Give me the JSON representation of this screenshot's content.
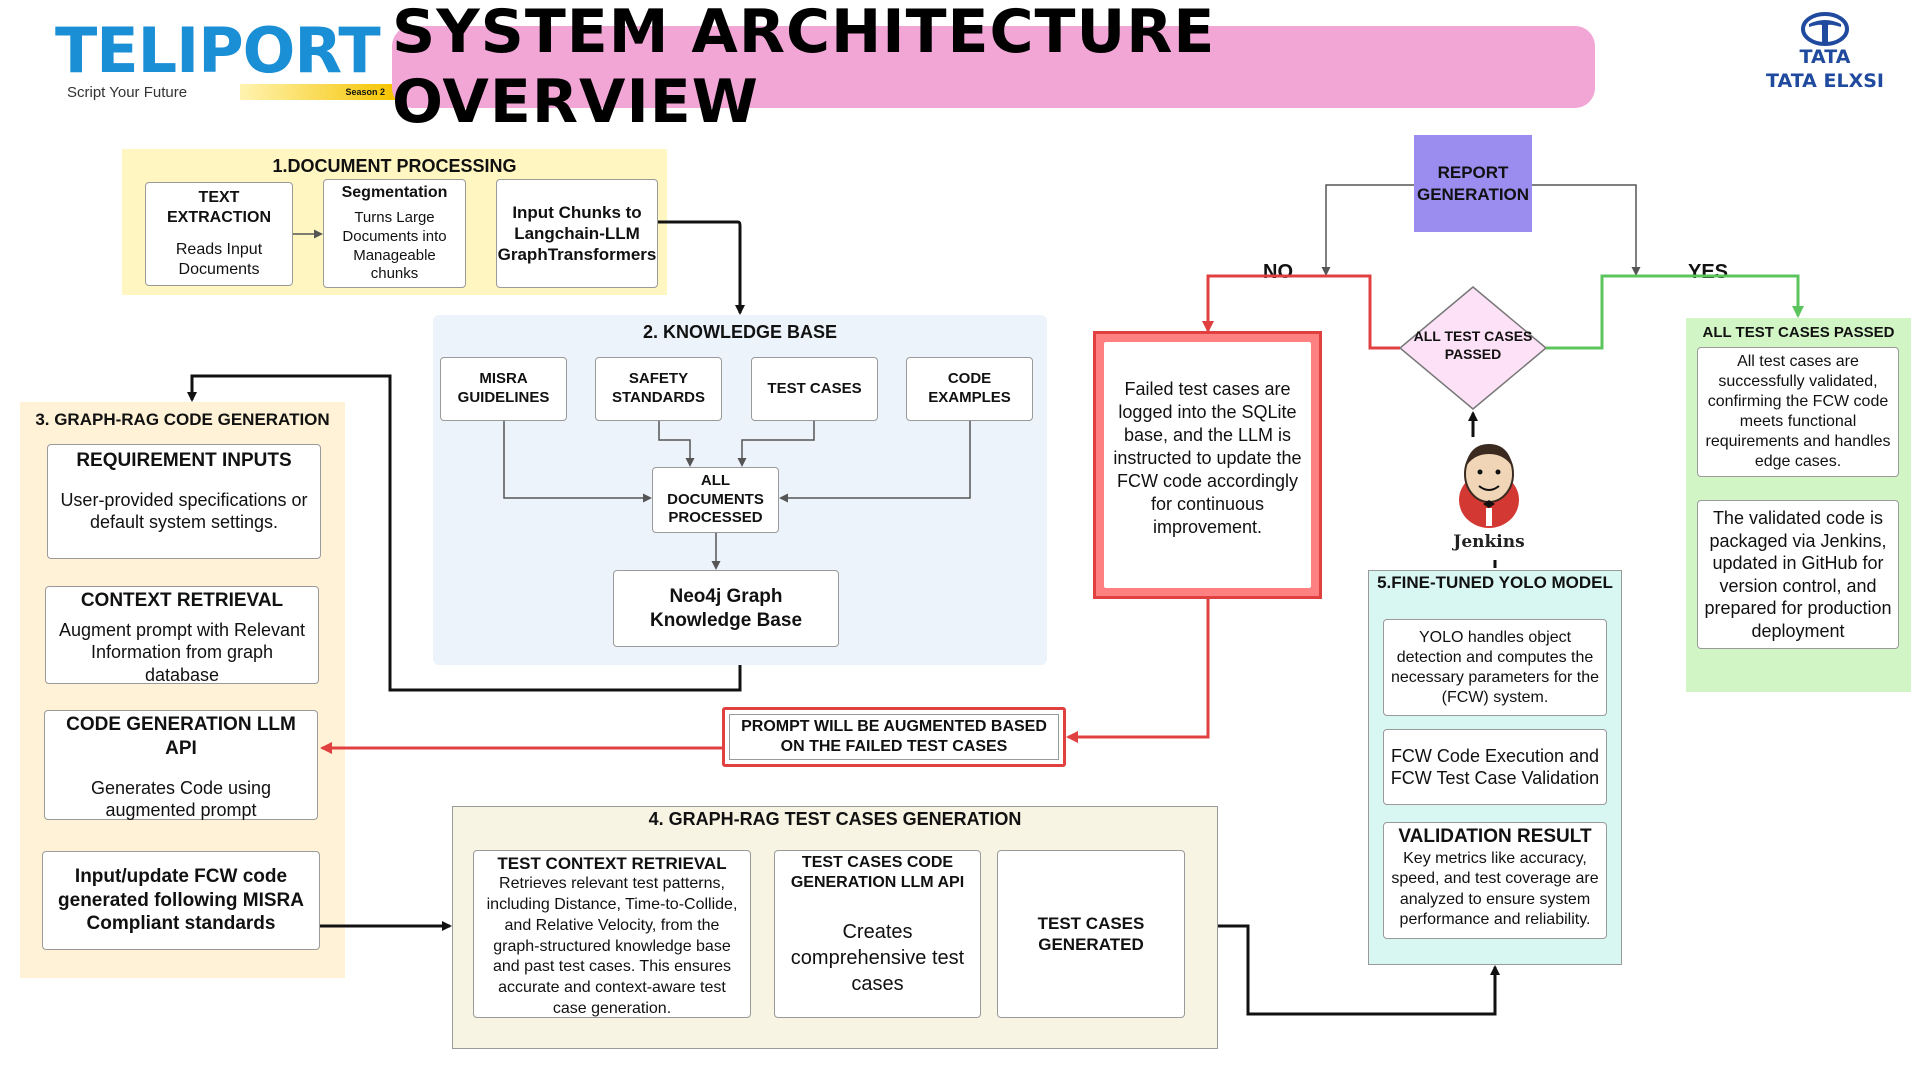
{
  "header": {
    "title": "SYSTEM ARCHITECTURE OVERVIEW",
    "logo_left": {
      "name": "TELIPORT",
      "tagline": "Script Your Future",
      "badge": "Season 2"
    },
    "logo_right": {
      "line1": "TATA",
      "line2": "TATA ELXSI"
    }
  },
  "doc_processing": {
    "title": "1.DOCUMENT PROCESSING",
    "text_extraction": {
      "heading": "TEXT EXTRACTION",
      "body": "Reads Input Documents"
    },
    "segmentation": {
      "heading": "Segmentation",
      "body": "Turns Large Documents into Manageable chunks"
    },
    "chunks": {
      "heading": "Input Chunks to Langchain-LLM GraphTransformers"
    }
  },
  "knowledge_base": {
    "title": "2. KNOWLEDGE BASE",
    "misra": "MISRA GUIDELINES",
    "safety": "SAFETY STANDARDS",
    "test_cases": "TEST CASES",
    "code_examples": "CODE EXAMPLES",
    "all_docs": "ALL DOCUMENTS PROCESSED",
    "neo4j": "Neo4j Graph Knowledge Base"
  },
  "code_gen": {
    "title": "3. GRAPH-RAG CODE GENERATION",
    "requirement": {
      "heading": "REQUIREMENT INPUTS",
      "body": "User-provided specifications or default system settings."
    },
    "context": {
      "heading": "CONTEXT RETRIEVAL",
      "body": "Augment prompt with Relevant Information from graph database"
    },
    "llm_api": {
      "heading": "CODE GENERATION LLM API",
      "body": "Generates Code using augmented prompt"
    },
    "fcw_input": {
      "heading": "Input/update FCW code generated following MISRA Compliant  standards"
    }
  },
  "prompt_aug": "PROMPT WILL BE AUGMENTED BASED ON THE FAILED TEST CASES",
  "test_gen": {
    "title": "4. GRAPH-RAG TEST CASES GENERATION",
    "context": {
      "heading": "TEST CONTEXT RETRIEVAL",
      "body": "Retrieves relevant test patterns, including Distance, Time-to-Collide, and Relative Velocity, from the graph-structured knowledge base and past test cases. This ensures accurate and context-aware test case generation."
    },
    "llm_api": {
      "heading": "TEST CASES CODE GENERATION LLM API",
      "body": "Creates comprehensive test cases"
    },
    "generated": "TEST CASES GENERATED"
  },
  "report": "REPORT GENERATION",
  "decision": {
    "label": "ALL TEST CASES PASSED",
    "no": "NO",
    "yes": "YES"
  },
  "failed": "Failed test cases are logged into the SQLite base, and the LLM is instructed to update the FCW code accordingly for continuous improvement.",
  "jenkins": "Jenkins",
  "yolo": {
    "title": "5.FINE-TUNED YOLO MODEL",
    "box1": "YOLO handles object detection and computes the necessary parameters for the  (FCW) system.",
    "box2": "FCW Code Execution and FCW Test Case Validation",
    "box3": {
      "heading": "VALIDATION RESULT",
      "body": "Key metrics like accuracy, speed, and test coverage are analyzed to ensure system performance and reliability."
    }
  },
  "passed": {
    "title": "ALL TEST CASES PASSED",
    "box1": "All test cases are successfully validated, confirming the FCW code meets functional requirements and handles edge cases.",
    "box2": "The validated code is packaged via Jenkins, updated in GitHub for version control, and prepared for production deployment"
  },
  "colors": {
    "title_bg": "#f2a6d6",
    "doc_bg": "#fff6c2",
    "kb_bg": "#edf3fb",
    "code_bg": "#fff2d6",
    "test_bg": "#f7f4e4",
    "yolo_bg": "#d9f7f2",
    "pass_bg": "#d2f5c6",
    "report_bg": "#9b8cf0",
    "diamond_bg": "#fde2f7",
    "red": "#e04040",
    "green": "#5cc45c",
    "blue": "#1a8fd6"
  }
}
